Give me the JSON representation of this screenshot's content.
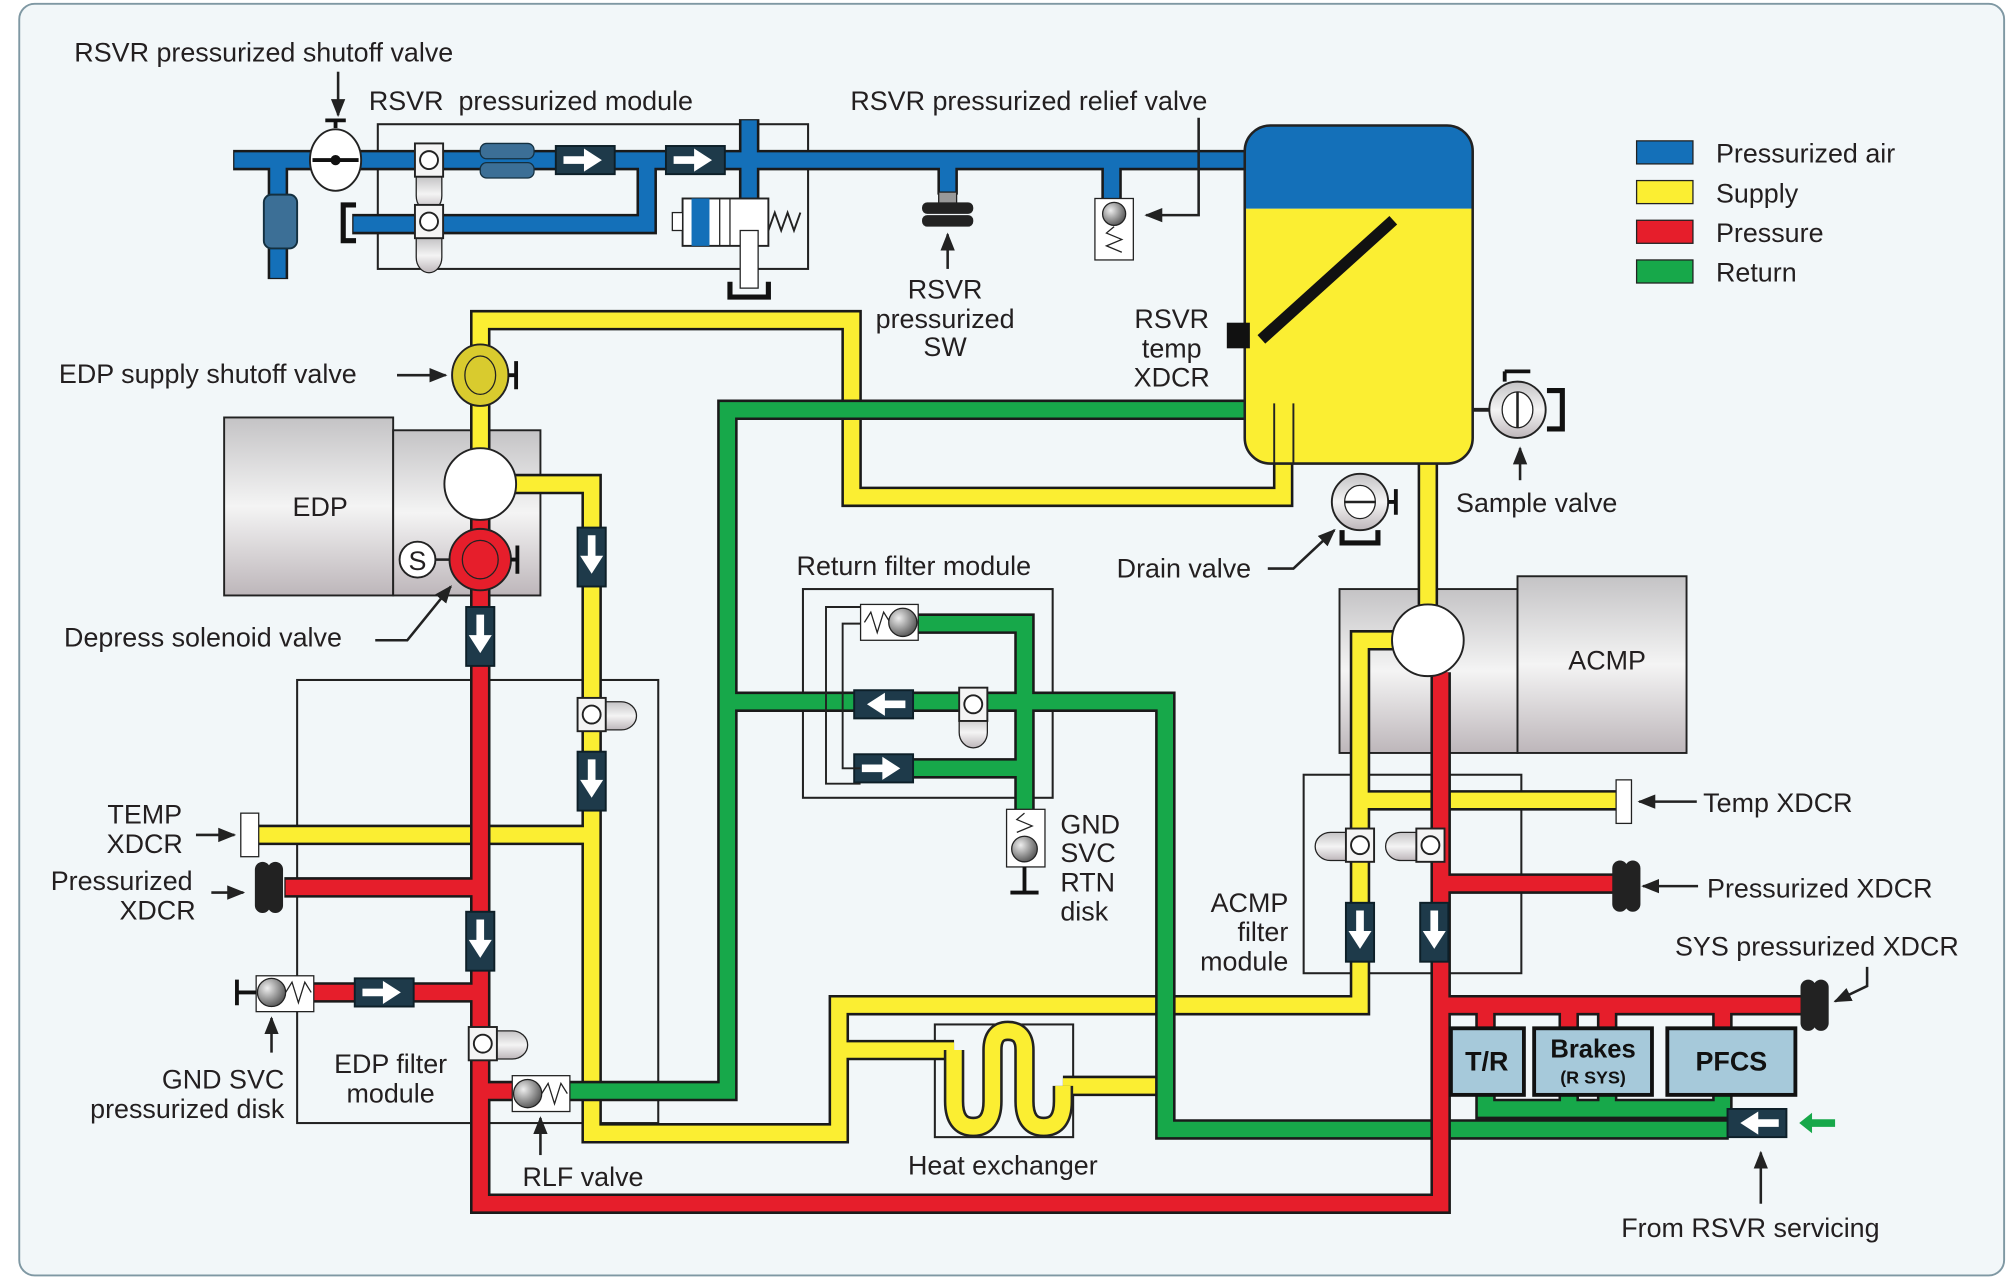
{
  "legend": {
    "items": [
      {
        "label": "Pressurized air",
        "color": "#1470b9"
      },
      {
        "label": "Supply",
        "color": "#fbee32"
      },
      {
        "label": "Pressure",
        "color": "#e61e2b"
      },
      {
        "label": "Return",
        "color": "#17a84a"
      }
    ]
  },
  "labels": {
    "rsvr_shutoff_valve": "RSVR pressurized shutoff valve",
    "rsvr_module": "RSVR  pressurized module",
    "rsvr_relief_valve": "RSVR pressurized relief valve",
    "rsvr_sw": [
      "RSVR",
      "pressurized",
      "SW"
    ],
    "rsvr_temp_xdcr": [
      "RSVR",
      "temp",
      "XDCR"
    ],
    "edp_supply_shutoff": "EDP supply shutoff valve",
    "edp": "EDP",
    "solenoid_s": "S",
    "depress_solenoid": "Depress solenoid valve",
    "return_filter_module": "Return filter module",
    "drain_valve": "Drain valve",
    "sample_valve": "Sample valve",
    "acmp": "ACMP",
    "temp_xdcr_left": [
      "TEMP",
      "XDCR"
    ],
    "pressurized_xdcr_left": [
      "Pressurized",
      "XDCR"
    ],
    "gnd_svc_rtn_disk": [
      "GND",
      "SVC",
      "RTN",
      "disk"
    ],
    "temp_xdcr_right": "Temp XDCR",
    "pressurized_xdcr_right": "Pressurized XDCR",
    "acmp_filter_module": [
      "ACMP",
      "filter",
      "module"
    ],
    "sys_pressurized_xdcr": "SYS pressurized XDCR",
    "gnd_svc_pressurized_disk": [
      "GND SVC",
      "pressurized disk"
    ],
    "edp_filter_module": [
      "EDP filter",
      "module"
    ],
    "rlf_valve": "RLF valve",
    "heat_exchanger": "Heat exchanger",
    "from_rsvr_servicing": "From RSVR servicing"
  },
  "systems": {
    "tr": "T/R",
    "brakes": "Brakes",
    "brakes_sub": "(R SYS)",
    "pfcs": "PFCS"
  }
}
